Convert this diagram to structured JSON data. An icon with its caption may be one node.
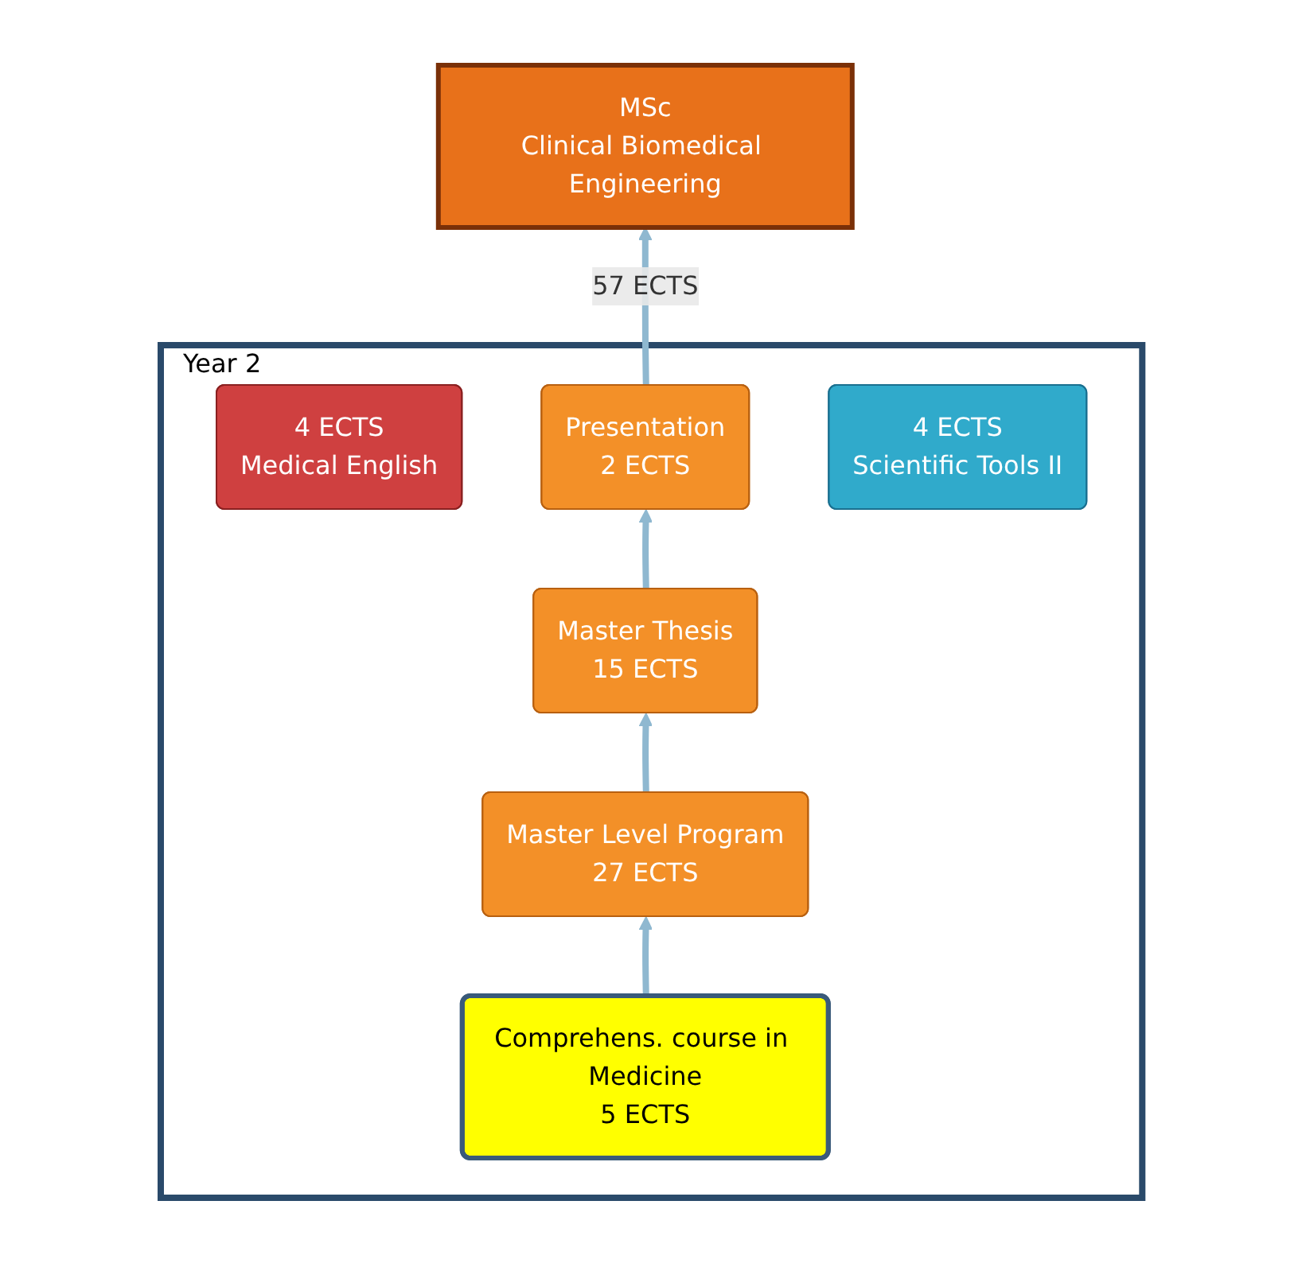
{
  "diagram": {
    "nodes": [
      {
        "text": [
          "MSc",
          "Clinical Biomedical Engineering"
        ]
      },
      {
        "text": [
          "Year 2"
        ]
      },
      {
        "text": [
          "4 ECTS",
          "Medical English"
        ],
        "in": 1
      },
      {
        "text": [
          "Presentation",
          "2 ECTS"
        ],
        "in": 1
      },
      {
        "text": [
          "Master Thesis",
          "15 ECTS"
        ],
        "in": 1
      },
      {
        "text": [
          "4 ECTS",
          "Scientific Tools II"
        ],
        "in": 1
      },
      {
        "text": [
          "Master Level Program",
          "27 ECTS"
        ],
        "in": 1
      },
      {
        "text": [
          "Comprehens. course in Medicine",
          "5 ECTS"
        ],
        "in": 1
      }
    ],
    "edges": [
      {
        "from": 7,
        "to": 6,
        "arrow": "to"
      },
      {
        "from": 6,
        "to": 4,
        "arrow": "to"
      },
      {
        "from": 4,
        "to": 3,
        "arrow": "to"
      },
      {
        "from": 3,
        "to": 0,
        "arrow": "to",
        "label": "57 ECTS"
      }
    ]
  }
}
